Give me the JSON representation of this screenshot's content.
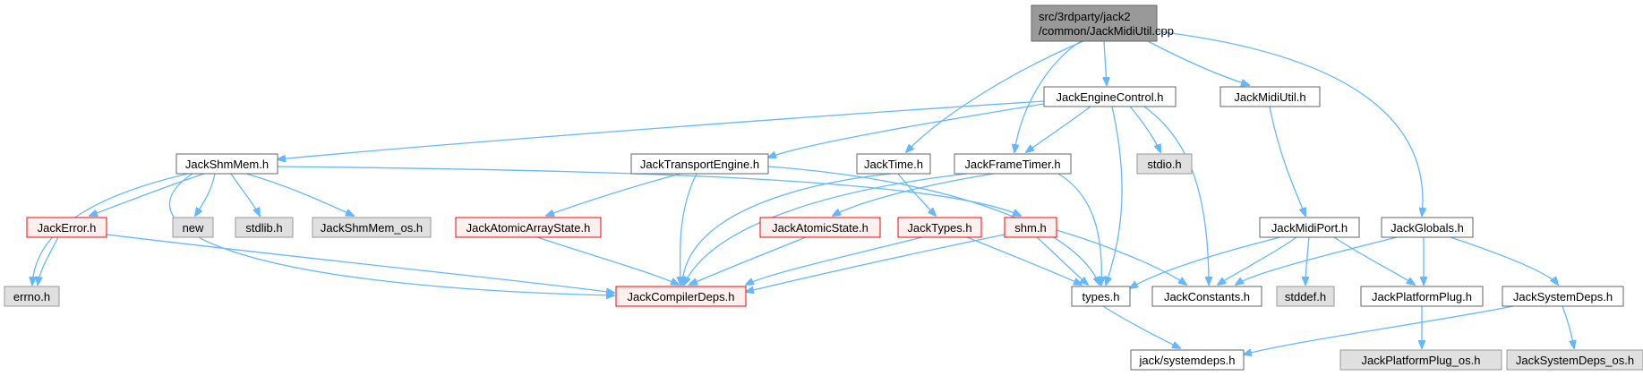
{
  "diagram": {
    "nodes": [
      {
        "id": "root",
        "lines": [
          "src/3rdparty/jack2",
          "/common/JackMidiUtil.cpp"
        ],
        "style": "root"
      },
      {
        "id": "engine",
        "lines": [
          "JackEngineControl.h"
        ],
        "style": "normal"
      },
      {
        "id": "midiutil",
        "lines": [
          "JackMidiUtil.h"
        ],
        "style": "normal"
      },
      {
        "id": "shmmem",
        "lines": [
          "JackShmMem.h"
        ],
        "style": "normal"
      },
      {
        "id": "transport",
        "lines": [
          "JackTransportEngine.h"
        ],
        "style": "normal"
      },
      {
        "id": "time",
        "lines": [
          "JackTime.h"
        ],
        "style": "normal"
      },
      {
        "id": "frametimer",
        "lines": [
          "JackFrameTimer.h"
        ],
        "style": "normal"
      },
      {
        "id": "stdio",
        "lines": [
          "stdio.h"
        ],
        "style": "system"
      },
      {
        "id": "error",
        "lines": [
          "JackError.h"
        ],
        "style": "incomplete"
      },
      {
        "id": "new",
        "lines": [
          "new"
        ],
        "style": "system"
      },
      {
        "id": "stdlib",
        "lines": [
          "stdlib.h"
        ],
        "style": "system"
      },
      {
        "id": "shmmemos",
        "lines": [
          "JackShmMem_os.h"
        ],
        "style": "system"
      },
      {
        "id": "atomicarray",
        "lines": [
          "JackAtomicArrayState.h"
        ],
        "style": "incomplete"
      },
      {
        "id": "atomicstate",
        "lines": [
          "JackAtomicState.h"
        ],
        "style": "incomplete"
      },
      {
        "id": "types",
        "lines": [
          "JackTypes.h"
        ],
        "style": "incomplete"
      },
      {
        "id": "shm",
        "lines": [
          "shm.h"
        ],
        "style": "incomplete"
      },
      {
        "id": "midiport",
        "lines": [
          "JackMidiPort.h"
        ],
        "style": "normal"
      },
      {
        "id": "globals",
        "lines": [
          "JackGlobals.h"
        ],
        "style": "normal"
      },
      {
        "id": "errno",
        "lines": [
          "errno.h"
        ],
        "style": "system"
      },
      {
        "id": "compilerdeps",
        "lines": [
          "JackCompilerDeps.h"
        ],
        "style": "incomplete"
      },
      {
        "id": "typesh",
        "lines": [
          "types.h"
        ],
        "style": "normal"
      },
      {
        "id": "constants",
        "lines": [
          "JackConstants.h"
        ],
        "style": "normal"
      },
      {
        "id": "stddef",
        "lines": [
          "stddef.h"
        ],
        "style": "system"
      },
      {
        "id": "platformplug",
        "lines": [
          "JackPlatformPlug.h"
        ],
        "style": "normal"
      },
      {
        "id": "systemdeps",
        "lines": [
          "JackSystemDeps.h"
        ],
        "style": "normal"
      },
      {
        "id": "jacksysdeps",
        "lines": [
          "jack/systemdeps.h"
        ],
        "style": "normal"
      },
      {
        "id": "platformplugos",
        "lines": [
          "JackPlatformPlug_os.h"
        ],
        "style": "system"
      },
      {
        "id": "systemdepsos",
        "lines": [
          "JackSystemDeps_os.h"
        ],
        "style": "system"
      }
    ],
    "edges": [
      [
        "root",
        "engine"
      ],
      [
        "root",
        "midiutil"
      ],
      [
        "root",
        "time"
      ],
      [
        "root",
        "frametimer"
      ],
      [
        "root",
        "globals"
      ],
      [
        "engine",
        "shmmem"
      ],
      [
        "engine",
        "transport"
      ],
      [
        "engine",
        "frametimer"
      ],
      [
        "engine",
        "stdio"
      ],
      [
        "engine",
        "typesh"
      ],
      [
        "engine",
        "constants"
      ],
      [
        "midiutil",
        "midiport"
      ],
      [
        "shmmem",
        "errno"
      ],
      [
        "shmmem",
        "error"
      ],
      [
        "shmmem",
        "new"
      ],
      [
        "shmmem",
        "stdlib"
      ],
      [
        "shmmem",
        "shmmemos"
      ],
      [
        "shmmem",
        "shm"
      ],
      [
        "shmmem",
        "compilerdeps"
      ],
      [
        "transport",
        "atomicarray"
      ],
      [
        "transport",
        "compilerdeps"
      ],
      [
        "transport",
        "typesh"
      ],
      [
        "time",
        "compilerdeps"
      ],
      [
        "time",
        "types"
      ],
      [
        "frametimer",
        "atomicstate"
      ],
      [
        "frametimer",
        "compilerdeps"
      ],
      [
        "frametimer",
        "typesh"
      ],
      [
        "error",
        "errno"
      ],
      [
        "error",
        "compilerdeps"
      ],
      [
        "atomicarray",
        "compilerdeps"
      ],
      [
        "atomicstate",
        "compilerdeps"
      ],
      [
        "types",
        "compilerdeps"
      ],
      [
        "types",
        "typesh"
      ],
      [
        "shm",
        "compilerdeps"
      ],
      [
        "shm",
        "typesh"
      ],
      [
        "shm",
        "constants"
      ],
      [
        "midiport",
        "typesh"
      ],
      [
        "midiport",
        "constants"
      ],
      [
        "midiport",
        "stddef"
      ],
      [
        "midiport",
        "platformplug"
      ],
      [
        "globals",
        "constants"
      ],
      [
        "globals",
        "platformplug"
      ],
      [
        "globals",
        "systemdeps"
      ],
      [
        "typesh",
        "jacksysdeps"
      ],
      [
        "platformplug",
        "platformplugos"
      ],
      [
        "systemdeps",
        "jacksysdeps"
      ],
      [
        "systemdeps",
        "systemdepsos"
      ]
    ],
    "colors": {
      "edge": "#63b8ff",
      "root_fill": "#999999",
      "root_stroke": "#666666",
      "normal_fill": "#ffffff",
      "normal_stroke": "#666666",
      "system_fill": "#e0e0e0",
      "system_stroke": "#999999",
      "incomplete_fill": "#fff0f0",
      "incomplete_stroke": "#ff0000"
    }
  }
}
